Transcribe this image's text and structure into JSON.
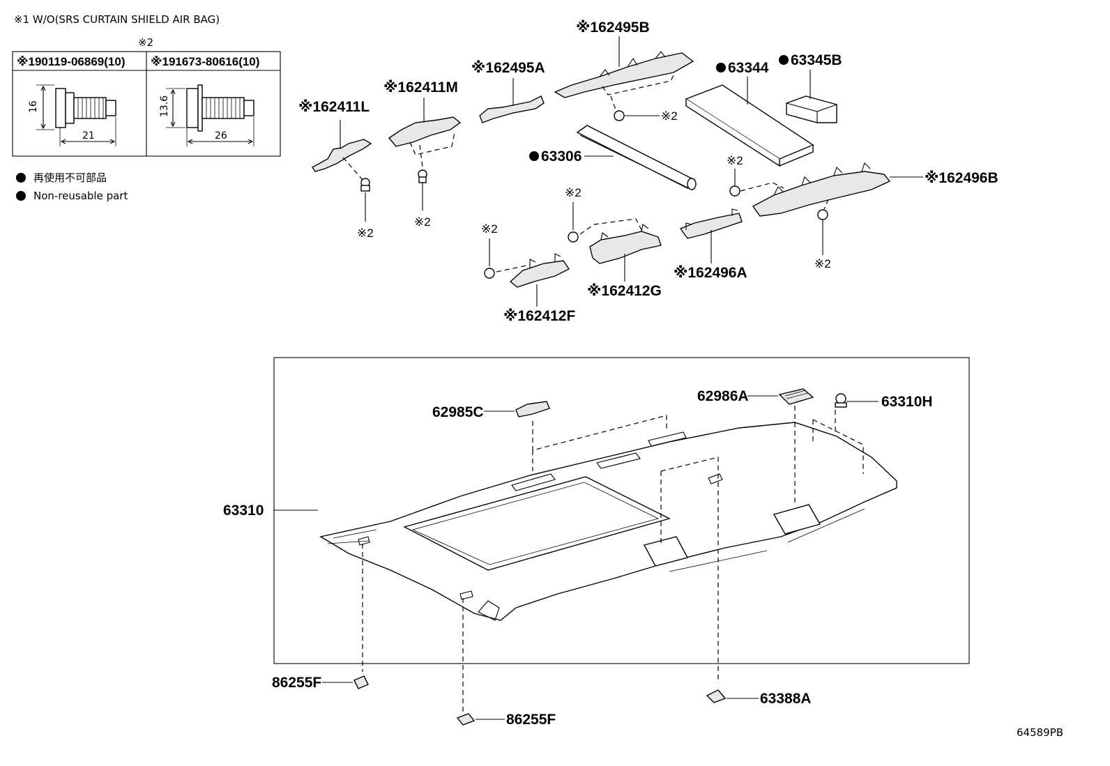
{
  "notes": {
    "wo_note": "※1 W/O(SRS CURTAIN SHIELD AIR BAG)",
    "star2_header": "※2",
    "legend_jp": "再使用不可部品",
    "legend_en": "Non-reusable part",
    "diagram_id": "64589PB"
  },
  "fastener_table": {
    "col1_header": "※190119-06869(10)",
    "col2_header": "※191673-80616(10)",
    "col1_dim_height": "16",
    "col1_dim_length": "21",
    "col2_dim_height": "13.6",
    "col2_dim_length": "26"
  },
  "callouts": {
    "p62411L": "※162411L",
    "p62411M": "※162411M",
    "p62495A": "※162495A",
    "p62495B": "※162495B",
    "p63344": "63344",
    "p63345B": "63345B",
    "p63306": "63306",
    "p62496B": "※162496B",
    "p62496A": "※162496A",
    "p62412G": "※162412G",
    "p62412F": "※162412F",
    "star2": "※2",
    "p62985C": "62985C",
    "p62986A": "62986A",
    "p63310H": "63310H",
    "p63310": "63310",
    "p86255F_a": "86255F",
    "p86255F_b": "86255F",
    "p63388A": "63388A"
  }
}
